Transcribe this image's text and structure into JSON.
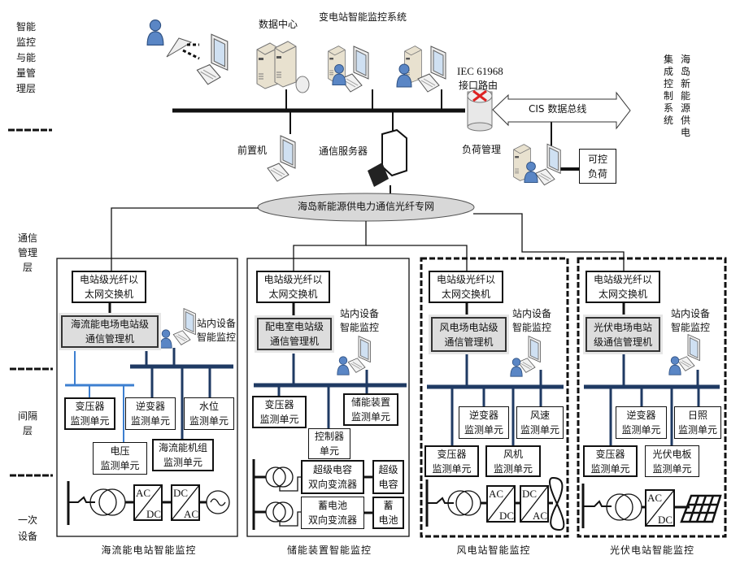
{
  "layers": [
    {
      "lines": [
        "智能",
        "监控",
        "与能",
        "量管",
        "理层"
      ]
    },
    {
      "lines": [
        "通信",
        "管理",
        "层"
      ]
    },
    {
      "lines": [
        "间隔",
        "层"
      ]
    },
    {
      "lines": [
        "一次",
        "设备"
      ]
    }
  ],
  "top": {
    "title": "变电站智能监控系统",
    "data_center": "数据中心",
    "iec_line1": "IEC 61968",
    "iec_line2": "接口路由",
    "cis_bus": "CIS 数据总线",
    "front_end": "前置机",
    "comm_server": "通信服务器",
    "load_mgmt": "负荷管理",
    "controllable_load": [
      "可控",
      "负荷"
    ],
    "right_col1": "集成控制系统",
    "right_col2": "海岛新能源供电"
  },
  "network": "海岛新能源供电力通信光纤专网",
  "converter": {
    "ac": "AC",
    "dc": "DC"
  },
  "stations": [
    {
      "switch": [
        "电站级光纤以",
        "太网交换机"
      ],
      "manager": [
        "海流能电场电站级",
        "通信管理机"
      ],
      "monitor": [
        "站内设备",
        "智能监控"
      ],
      "units": [
        [
          "变压器",
          "监测单元"
        ],
        [
          "逆变器",
          "监测单元"
        ],
        [
          "水位",
          "监测单元"
        ],
        [
          "电压",
          "监测单元"
        ],
        [
          "海流能机组",
          "监测单元"
        ]
      ],
      "caption": "海流能电站智能监控"
    },
    {
      "switch": [
        "电站级光纤以",
        "太网交换机"
      ],
      "manager": [
        "配电室电站级",
        "通信管理机"
      ],
      "monitor": [
        "站内设备",
        "智能监控"
      ],
      "units": [
        [
          "变压器",
          "监测单元"
        ],
        [
          "储能装置",
          "监测单元"
        ],
        [
          "控制器",
          "单元"
        ],
        [
          "超级电容",
          "双向变流器"
        ],
        [
          "蓄电池",
          "双向变流器"
        ],
        [
          "超级",
          "电容"
        ],
        [
          "蓄",
          "电池"
        ]
      ],
      "caption": "储能装置智能监控"
    },
    {
      "switch": [
        "电站级光纤以",
        "太网交换机"
      ],
      "manager": [
        "风电场电站级",
        "通信管理机"
      ],
      "monitor": [
        "站内设备",
        "智能监控"
      ],
      "units": [
        [
          "逆变器",
          "监测单元"
        ],
        [
          "风速",
          "监测单元"
        ],
        [
          "变压器",
          "监测单元"
        ],
        [
          "风机",
          "监测单元"
        ]
      ],
      "caption": "风电站智能监控"
    },
    {
      "switch": [
        "电站级光纤以",
        "太网交换机"
      ],
      "manager": [
        "光伏电场电站",
        "级通信管理机"
      ],
      "monitor": [
        "站内设备",
        "智能监控"
      ],
      "units": [
        [
          "逆变器",
          "监测单元"
        ],
        [
          "日照",
          "监测单元"
        ],
        [
          "变压器",
          "监测单元"
        ],
        [
          "光伏电板",
          "监测单元"
        ]
      ],
      "caption": "光伏电站智能监控"
    }
  ],
  "colors": {
    "bus_navy": "#1f3a63",
    "bus_light": "#3d7fd0",
    "manager_fill": "#dddddd",
    "network_fill": "#d8d8d8"
  }
}
